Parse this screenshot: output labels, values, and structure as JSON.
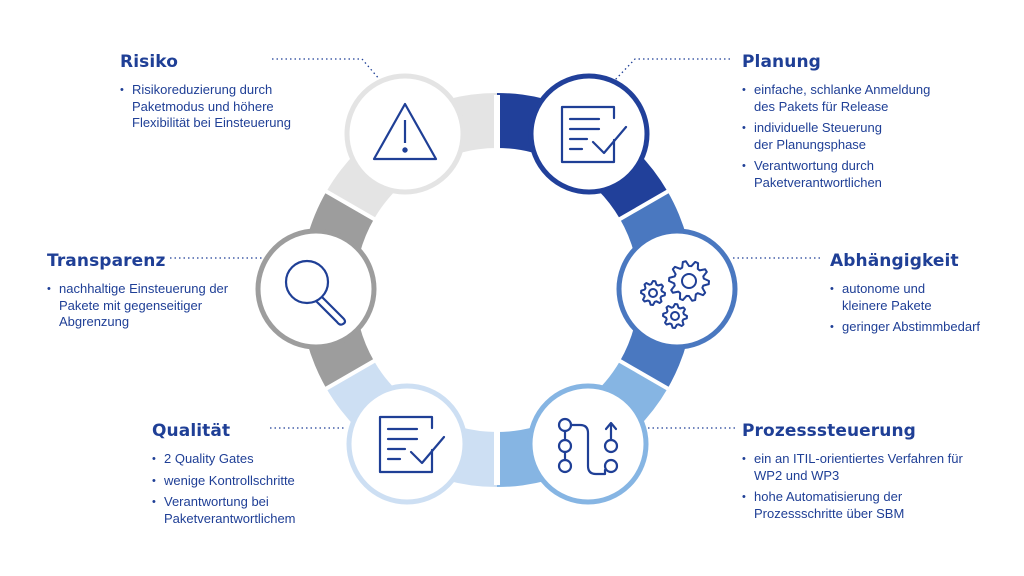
{
  "colors": {
    "text": "#1f3f96",
    "risk": "#e4e4e4",
    "transparency": "#9d9d9d",
    "quality": "#cddff3",
    "planning": "#21409a",
    "dependency": "#4a78c0",
    "process": "#86b5e3",
    "icon_stroke": "#1f3f96",
    "dotted_line": "#1f3f96"
  },
  "sections": {
    "risk": {
      "title": "Risiko",
      "icon": "warning-triangle-icon",
      "bullets": [
        "Risikoreduzierung durch Paketmodus und höhere Flexibilität bei Einsteuerung"
      ]
    },
    "planning": {
      "title": "Planung",
      "icon": "checklist-icon",
      "bullets": [
        "einfache, schlanke Anmeldung des Pakets für Release",
        "individuelle Steuerung der Planungsphase",
        "Verantwortung durch Paketverantwortlichen"
      ]
    },
    "transparency": {
      "title": "Transparenz",
      "icon": "magnifier-icon",
      "bullets": [
        "nachhaltige Einsteuerung der Pakete mit gegenseitiger Abgrenzung"
      ]
    },
    "dependency": {
      "title": "Abhängigkeit",
      "icon": "gears-icon",
      "bullets": [
        "autonome und kleinere Pakete",
        "geringer Abstimmbedarf"
      ]
    },
    "quality": {
      "title": "Qualität",
      "icon": "checklist-icon",
      "bullets": [
        "2 Quality Gates",
        "wenige Kontrollschritte",
        "Verantwortung bei Paketverantwortlichem"
      ]
    },
    "process": {
      "title": "Prozesssteuerung",
      "icon": "process-flow-icon",
      "bullets": [
        "ein an ITIL-orientiertes Verfahren für WP2 und WP3",
        "hohe Automatisierung der Prozessschritte über SBM"
      ]
    }
  }
}
